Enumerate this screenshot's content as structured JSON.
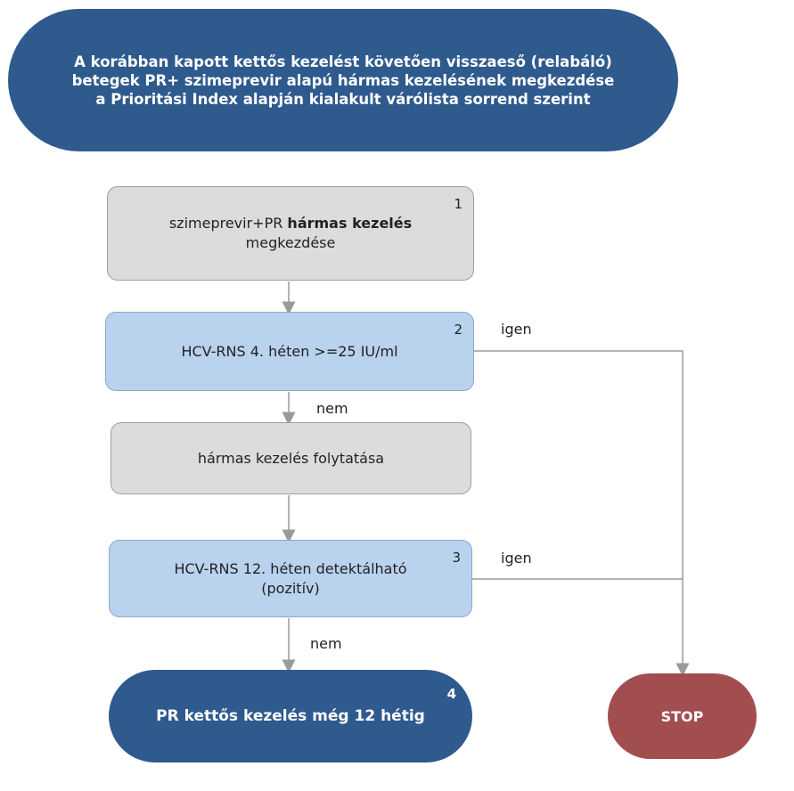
{
  "header": {
    "line1": "A korábban kapott kettős kezelést követően visszaeső (relabáló)",
    "line2": "betegek PR+ szimeprevir alapú hármas kezelésének megkezdése",
    "line3": "a Prioritási Index alapján kialakult várólista sorrend szerint"
  },
  "step1": {
    "number": "1",
    "text_before": "szimeprevir+PR ",
    "text_bold": "hármas kezelés",
    "text_after": "megkezdése"
  },
  "step2": {
    "number": "2",
    "text": "HCV-RNS 4. héten >=25 IU/ml",
    "yes_label": "igen",
    "no_label": "nem"
  },
  "continue": {
    "text": "hármas kezelés folytatása"
  },
  "step3": {
    "number": "3",
    "line1": "HCV-RNS 12. héten detektálható",
    "line2": "(pozitív)",
    "yes_label": "igen",
    "no_label": "nem"
  },
  "step4": {
    "number": "4",
    "text": "PR kettős kezelés még 12 hétig"
  },
  "stop": {
    "text": "STOP"
  },
  "colors": {
    "header": "#2f5a8e",
    "grey_box": "#dcdcdc",
    "blue_box": "#b9d2ee",
    "stop": "#a24e50",
    "connector": "#9a9a9a"
  }
}
